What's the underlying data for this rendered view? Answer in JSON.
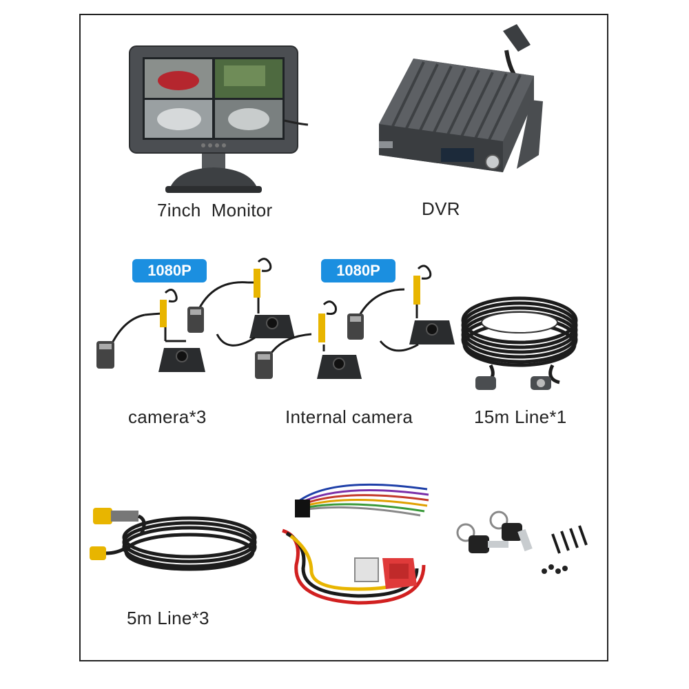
{
  "items": {
    "monitor": {
      "label": "7inch  Monitor"
    },
    "dvr": {
      "label": "DVR"
    },
    "cameras": {
      "label": "camera*3",
      "badge": "1080P"
    },
    "internal_camera": {
      "label": "Internal camera",
      "badge": "1080P"
    },
    "line_15m": {
      "label": "15m Line*1"
    },
    "line_5m": {
      "label": "5m Line*3"
    }
  },
  "colors": {
    "badge": "#1b8fe0",
    "frame": "#222222",
    "device_body": "#3a3d40",
    "cable": "#1a1a1a",
    "connector_yellow": "#e8b500"
  }
}
